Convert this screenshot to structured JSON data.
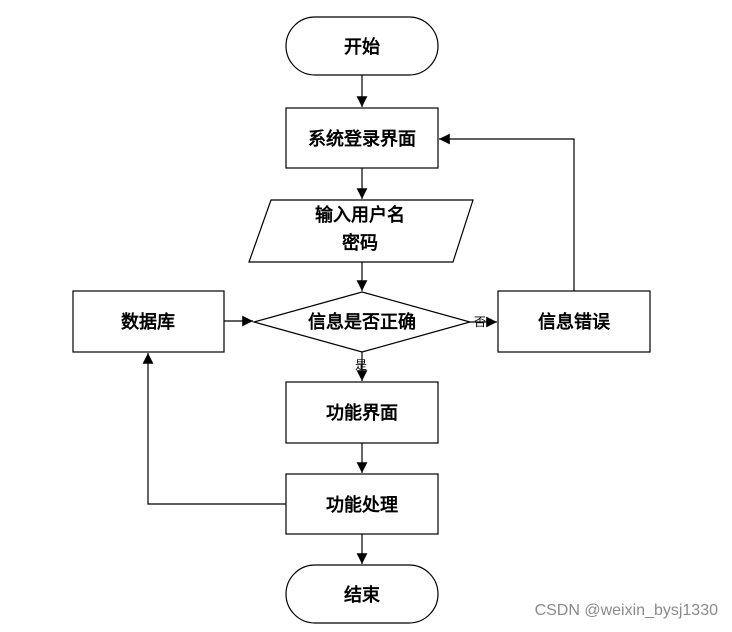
{
  "nodes": {
    "start": "开始",
    "login_page": "系统登录界面",
    "input_line1": "输入用户名",
    "input_line2": "密码",
    "check": "信息是否正确",
    "database": "数据库",
    "error": "信息错误",
    "function_page": "功能界面",
    "function_process": "功能处理",
    "end": "结束"
  },
  "edges": {
    "no_label": "否",
    "yes_label": "是"
  },
  "watermark": "CSDN @weixin_bysj1330"
}
